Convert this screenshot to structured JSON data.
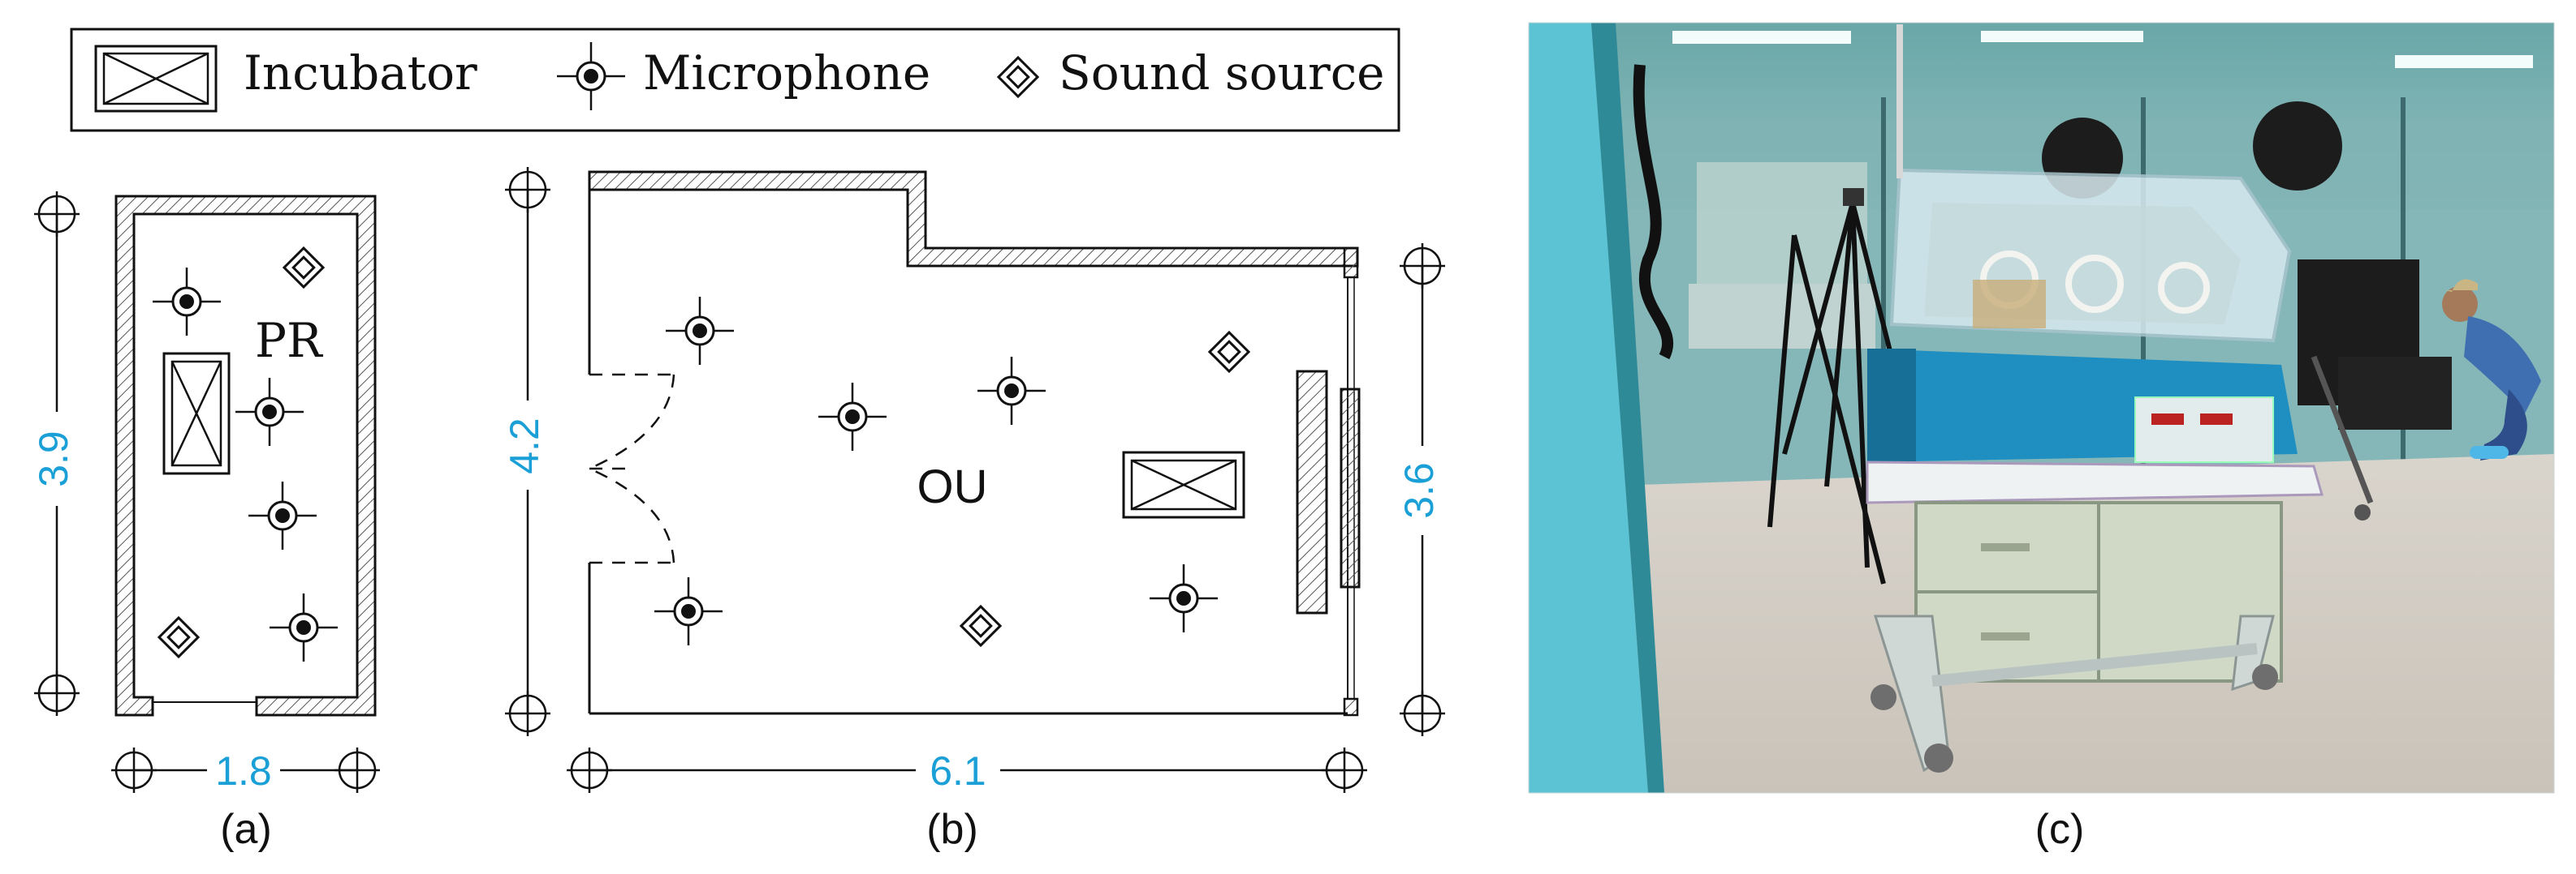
{
  "legend": {
    "items": [
      {
        "label": "Incubator",
        "symbol": "incubator"
      },
      {
        "label": "Microphone",
        "symbol": "microphone"
      },
      {
        "label": "Sound source",
        "symbol": "sound-source"
      }
    ]
  },
  "panel_a": {
    "room_label": "PR",
    "height_dim": "3.9",
    "width_dim": "1.8",
    "caption": "(a)"
  },
  "panel_b": {
    "room_label": "OU",
    "height_left_dim": "4.2",
    "height_right_dim": "3.6",
    "width_dim": "6.1",
    "caption": "(b)"
  },
  "panel_c": {
    "caption": "(c)",
    "description_icon": "photo-icon"
  },
  "colors": {
    "dimension_text": "#1a9fd6",
    "line": "#1a1a1a",
    "hatch": "#444444",
    "photo_wall": "#5cc3d4",
    "incubator_blue": "#1f8fc2"
  }
}
